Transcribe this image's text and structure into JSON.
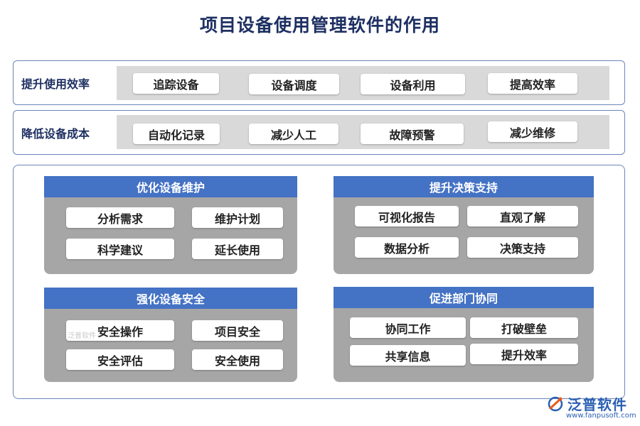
{
  "title": "项目设备使用管理软件的作用",
  "row1": {
    "label": "提升使用效率",
    "chips": [
      "追踪设备",
      "设备调度",
      "设备利用",
      "提高效率"
    ]
  },
  "row2": {
    "label": "降低设备成本",
    "chips": [
      "自动化记录",
      "减少人工",
      "故障预警",
      "减少维修"
    ]
  },
  "cards": [
    {
      "title": "优化设备维护",
      "items": [
        "分析需求",
        "维护计划",
        "科学建议",
        "延长使用"
      ]
    },
    {
      "title": "提升决策支持",
      "items": [
        "可视化报告",
        "直观了解",
        "数据分析",
        "决策支持"
      ]
    },
    {
      "title": "强化设备安全",
      "items": [
        "安全操作",
        "项目安全",
        "安全评估",
        "安全使用"
      ]
    },
    {
      "title": "促进部门协同",
      "items": [
        "协同工作",
        "打破壁垒",
        "共享信息",
        "提升效率"
      ]
    }
  ],
  "watermark": "泛普软件",
  "logo": {
    "name": "泛普软件",
    "url": "www.fanpusoft.com"
  }
}
